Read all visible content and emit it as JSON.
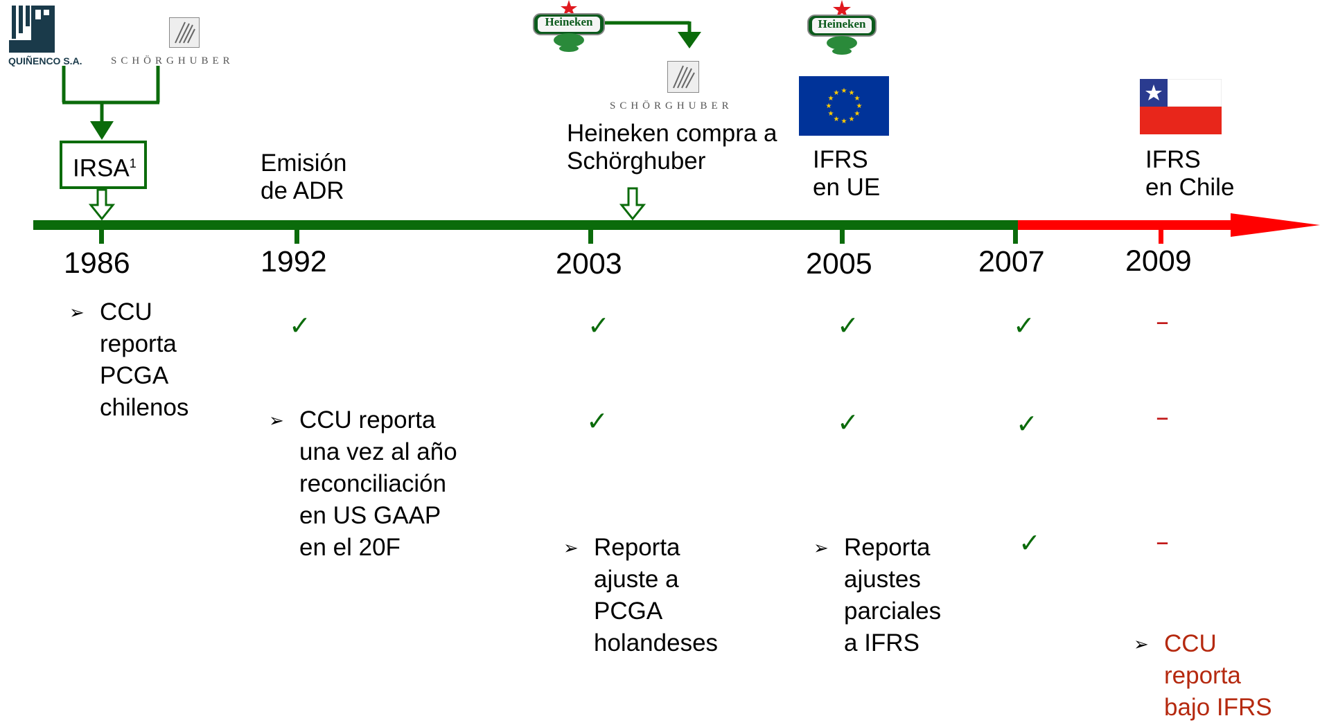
{
  "logos": {
    "quinenco": "QUIÑENCO S.A.",
    "schorghuber": "SCHÖRGHUBER",
    "heineken": "Heineken"
  },
  "events": {
    "irsa": "IRSA",
    "irsa_sup": "1",
    "adr_line1": "Emisión",
    "adr_line2": "de ADR",
    "heineken_line1": "Heineken compra a",
    "heineken_line2": "Schörghuber",
    "ifrs_ue_line1": "IFRS",
    "ifrs_ue_line2": "en UE",
    "ifrs_cl_line1": "IFRS",
    "ifrs_cl_line2": "en Chile"
  },
  "years": [
    "1986",
    "1992",
    "2003",
    "2005",
    "2007",
    "2009"
  ],
  "bullets": {
    "pcga": [
      "CCU",
      "reporta",
      "PCGA",
      "chilenos"
    ],
    "usgaap": [
      "CCU reporta",
      "una vez al año",
      "reconciliación",
      "en US GAAP",
      "en el 20F"
    ],
    "holandeses": [
      "Reporta",
      "ajuste a",
      "PCGA",
      "holandeses"
    ],
    "ifrs_parcial": [
      "Reporta",
      "ajustes",
      "parciales",
      "a IFRS"
    ],
    "ifrs": [
      "CCU",
      "reporta",
      "bajo IFRS"
    ]
  },
  "symbols": {
    "check": "✓",
    "dash": "–",
    "arrow": "➢"
  },
  "colors": {
    "green": "#0b6b0b",
    "red": "#ff0000",
    "dark_red": "#b5290f"
  }
}
